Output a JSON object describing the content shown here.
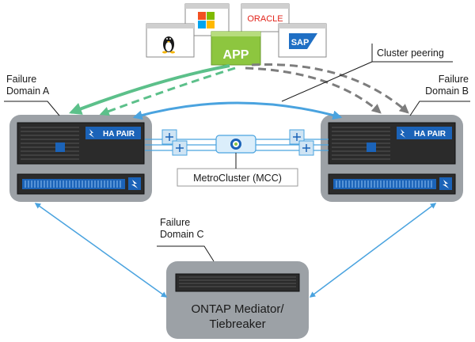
{
  "labels": {
    "failure_domain_a_line1": "Failure",
    "failure_domain_a_line2": "Domain A",
    "failure_domain_b_line1": "Failure",
    "failure_domain_b_line2": "Domain B",
    "failure_domain_c_line1": "Failure",
    "failure_domain_c_line2": "Domain C",
    "cluster_peering": "Cluster peering",
    "metrocluster": "MetroCluster (MCC)",
    "mediator_line1": "ONTAP Mediator/",
    "mediator_line2": "Tiebreaker"
  },
  "apps": {
    "app": "APP",
    "oracle": "ORACLE",
    "sap": "SAP",
    "windows": "windows-logo",
    "linux": "linux-logo"
  },
  "ha_pair": {
    "left_badge": "HA PAIR",
    "right_badge": "HA PAIR"
  },
  "colors": {
    "green": "#5cc08a",
    "gray_arrow": "#7d7d7d",
    "blue_link": "#4aa3df",
    "panel_bg": "#9ca1a6",
    "netapp_blue": "#1b63b8",
    "app_green": "#8dc63f"
  }
}
